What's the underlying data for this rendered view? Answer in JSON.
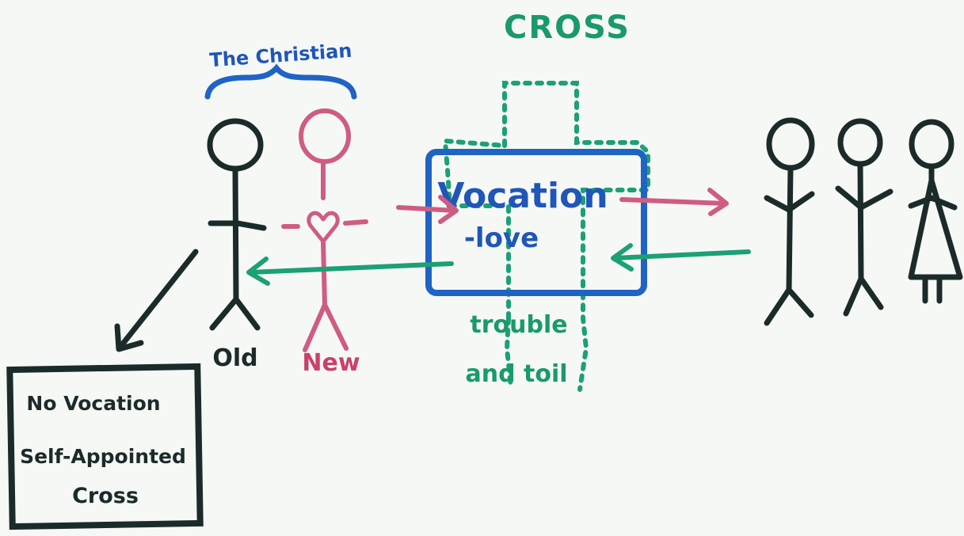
{
  "title": "CROSS",
  "group_label": "The Christian",
  "figures": {
    "old_label": "Old",
    "new_label": "New"
  },
  "vocation_box": {
    "title": "Vocation",
    "subtitle": "-love"
  },
  "cross_caption": {
    "line1": "trouble",
    "line2": "and toil"
  },
  "no_vocation_box": {
    "line1": "No Vocation",
    "line2": "Self-Appointed",
    "line3": "Cross"
  },
  "colors": {
    "black": "#1b2b2a",
    "pink": "#cf5c82",
    "blue": "#1f63c5",
    "green": "#1ca076"
  }
}
